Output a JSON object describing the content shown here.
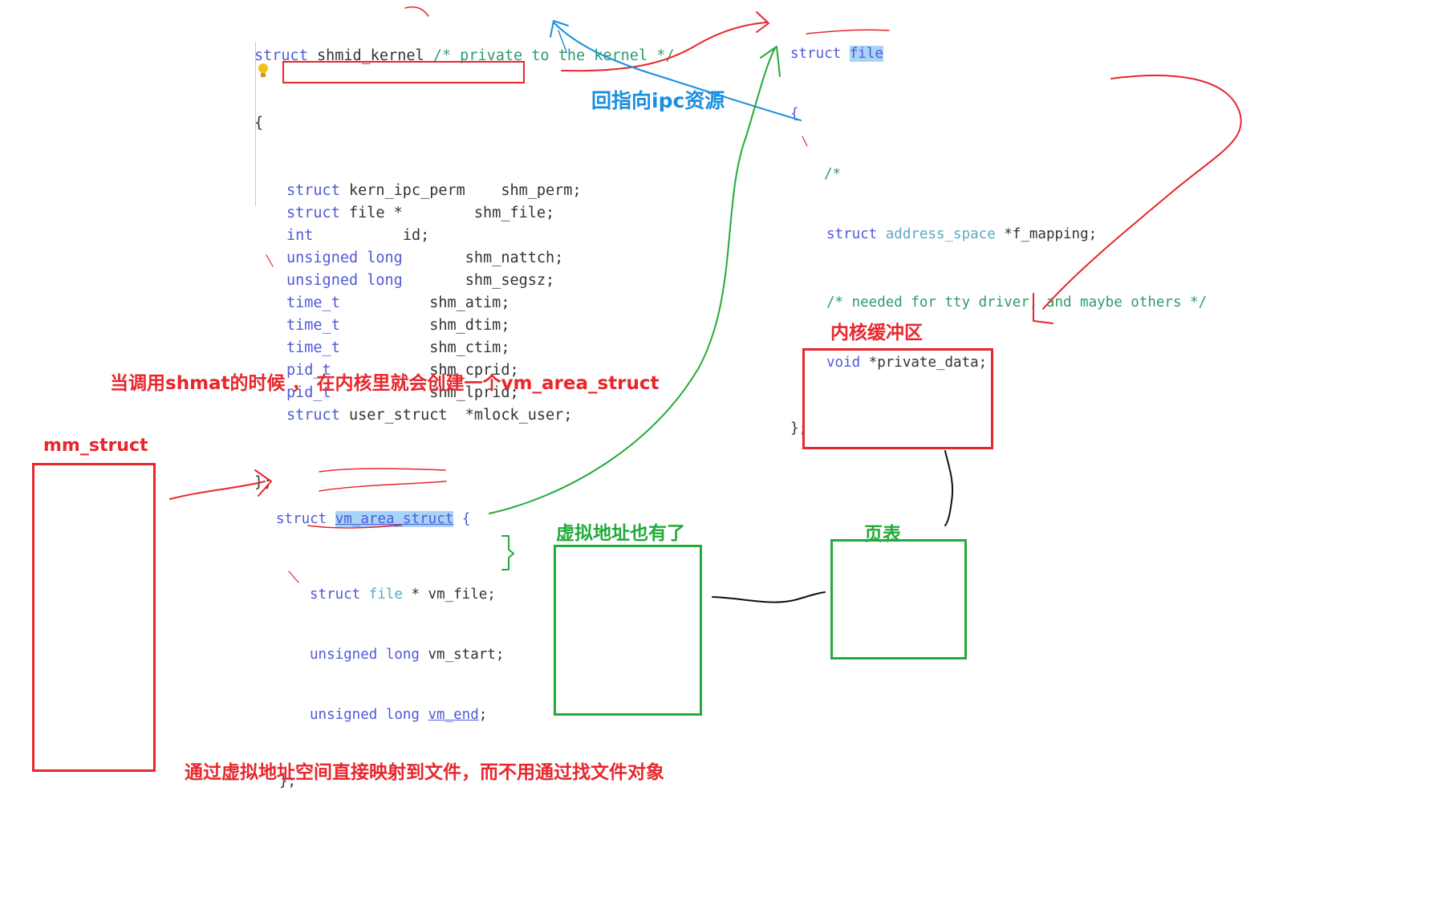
{
  "shmid_kernel": {
    "header": {
      "kw": "struct",
      "name": " shmid_kernel ",
      "comment": "/* private to the kernel */"
    },
    "open": "{",
    "fields": [
      {
        "type": "struct kern_ipc_perm",
        "gap": "    ",
        "name": "shm_perm;"
      },
      {
        "type": "struct file *",
        "gap": "        ",
        "name": "shm_file;"
      },
      {
        "type": "int",
        "gap": "          ",
        "name": "id;"
      },
      {
        "type": "unsigned long",
        "gap": "       ",
        "name": "shm_nattch;"
      },
      {
        "type": "unsigned long",
        "gap": "       ",
        "name": "shm_segsz;"
      },
      {
        "type": "time_t",
        "gap": "          ",
        "name": "shm_atim;"
      },
      {
        "type": "time_t",
        "gap": "          ",
        "name": "shm_dtim;"
      },
      {
        "type": "time_t",
        "gap": "          ",
        "name": "shm_ctim;"
      },
      {
        "type": "pid_t",
        "gap": "           ",
        "name": "shm_cprid;"
      },
      {
        "type": "pid_t",
        "gap": "           ",
        "name": "shm_lprid;"
      },
      {
        "type": "struct user_struct",
        "gap": "  ",
        "name": "*mlock_user;"
      }
    ],
    "close": "};"
  },
  "struct_file": {
    "kw": "struct",
    "name": "file",
    "open": "{",
    "comment1": "/*",
    "line_mapping": {
      "kw": "struct",
      "type": "address_space",
      "rest": " *f_mapping;"
    },
    "comment2": "/* needed for tty driver, and maybe others */",
    "line_private": {
      "kw": "void",
      "rest": " *private_data;"
    },
    "close": "};"
  },
  "vm_area_struct": {
    "kw": "struct",
    "name": "vm_area_struct",
    "open": " {",
    "fields": [
      {
        "kw": "struct",
        "type": "file",
        "rest": " * vm_file;"
      },
      {
        "kw": "unsigned long",
        "name": "vm_start",
        "rest": ";"
      },
      {
        "kw": "unsigned long",
        "name": "vm_end",
        "rest": ";"
      }
    ],
    "close": "};"
  },
  "annotations": {
    "back_to_ipc": "回指向ipc资源",
    "shmat_note": "当调用shmat的时候 ， 在内核里就会创建一个vm_area_struct",
    "mm_struct": "mm_struct",
    "kernel_buffer": "内核缓冲区",
    "virtual_address": "虚拟地址也有了",
    "page_table": "页表",
    "bottom_note": "通过虚拟地址空间直接映射到文件，而不用通过找文件对象"
  },
  "colors": {
    "red": "#e8262c",
    "green": "#22aa3a",
    "blue": "#1a8fe0",
    "keyword": "#4f5ad8",
    "comment": "#2e9b6a",
    "black": "#111111"
  }
}
